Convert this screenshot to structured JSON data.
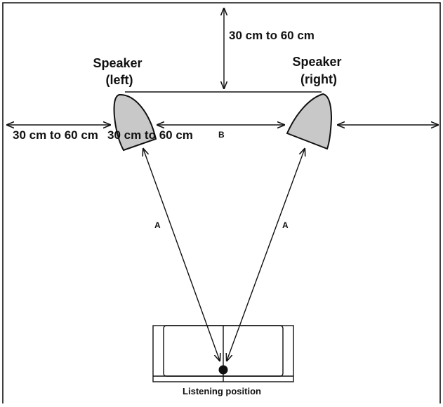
{
  "diagram": {
    "speaker_left_label": [
      "Speaker",
      "(left)"
    ],
    "speaker_right_label": [
      "Speaker",
      "(right)"
    ],
    "dimension_top": "30 cm to 60 cm",
    "dimension_side_left": "30 cm to 60 cm",
    "dimension_side_inner": "30 cm to 60 cm",
    "label_b": "B",
    "label_a_left": "A",
    "label_a_right": "A",
    "listening_caption": "Listening position",
    "colors": {
      "stroke": "#111111",
      "speaker_fill": "#c8c8c8",
      "background": "#ffffff"
    }
  }
}
